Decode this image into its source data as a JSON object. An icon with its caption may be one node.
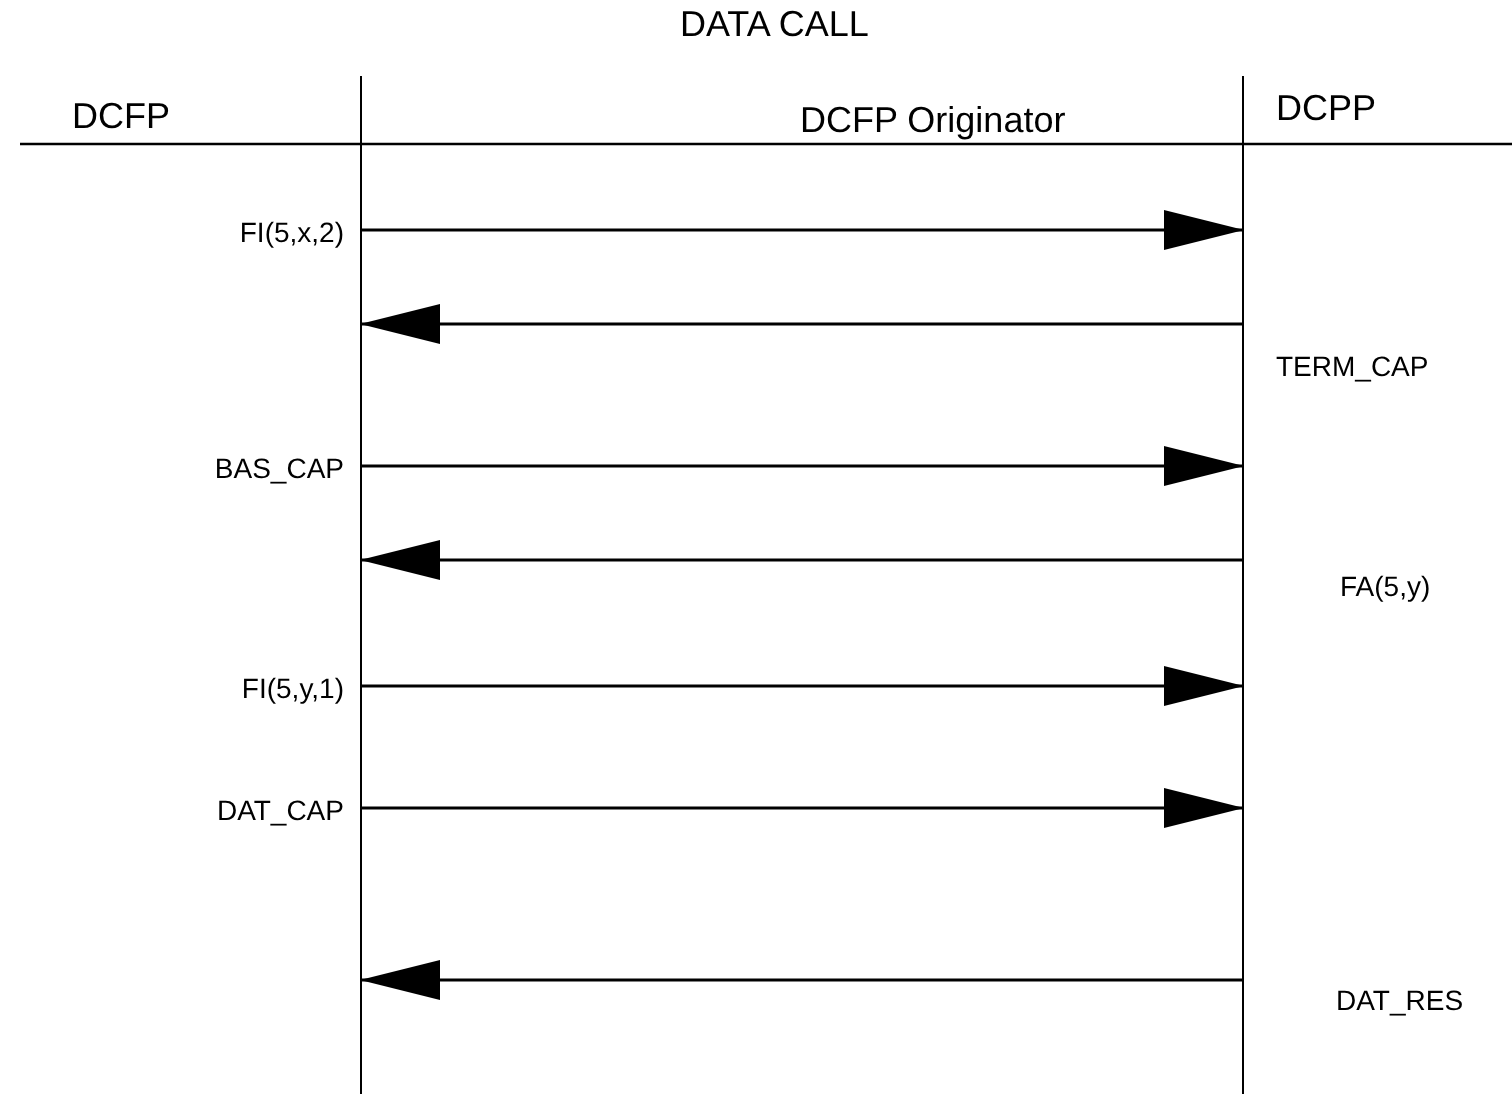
{
  "diagram": {
    "title": "DATA CALL",
    "nodes": [
      {
        "text": [
          "DCFP"
        ]
      },
      {
        "text": [
          "DCPP"
        ]
      }
    ],
    "edges": [
      {
        "from": 0,
        "to": 1,
        "arrow": "to",
        "label": "FI(5,x,2)"
      },
      {
        "from": 1,
        "to": 0,
        "arrow": "to",
        "label": "TERM_CAP"
      },
      {
        "from": 0,
        "to": 1,
        "arrow": "to",
        "label": "BAS_CAP"
      },
      {
        "from": 1,
        "to": 0,
        "arrow": "to",
        "label": "FA(5,y)"
      },
      {
        "from": 0,
        "to": 1,
        "arrow": "to",
        "label": "FI(5,y,1)"
      },
      {
        "from": 0,
        "to": 1,
        "arrow": "to",
        "label": "DAT_CAP"
      },
      {
        "from": 1,
        "to": 0,
        "arrow": "to",
        "label": "DAT_RES"
      }
    ],
    "labels": [
      "DCFP Originator"
    ]
  }
}
